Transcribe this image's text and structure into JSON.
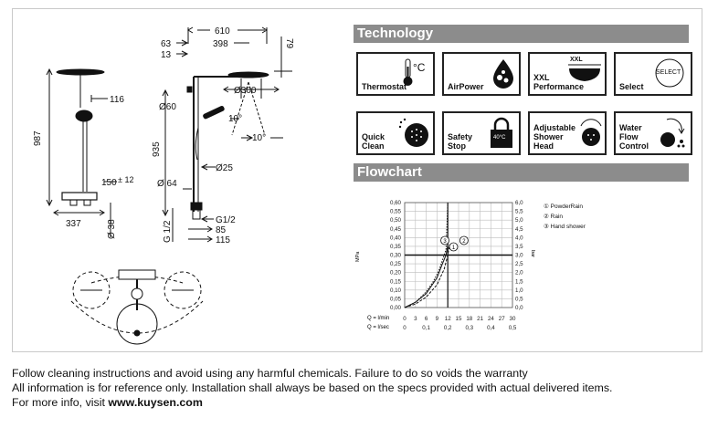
{
  "drawing": {
    "dims": {
      "d610": "610",
      "d398": "398",
      "d63": "63",
      "d13": "13",
      "d79": "79",
      "d116": "116",
      "d300": "Ø300",
      "d60": "Ø60",
      "d10a": "10°",
      "d10b": "10°",
      "d987": "987",
      "d935": "935",
      "d25": "Ø25",
      "d150": "150",
      "d12": "± 12",
      "d64": "Ø 64",
      "d337": "337",
      "d38": "Ø 38",
      "dg12a": "G 1/2",
      "dg12b": "G1/2",
      "d85": "85",
      "d115": "115"
    }
  },
  "technology": {
    "title": "Technology",
    "features": [
      {
        "label": "Thermostat",
        "icon": "thermometer-icon",
        "unit": "°C"
      },
      {
        "label": "AirPower",
        "icon": "air-bubbles-icon"
      },
      {
        "label": "XXL\nPerformance",
        "icon": "wide-shower-head-icon",
        "badge": "XXL"
      },
      {
        "label": "Select",
        "icon": "select-button-icon",
        "badge": "SELECT"
      },
      {
        "label": "Quick\nClean",
        "icon": "nozzle-clean-icon"
      },
      {
        "label": "Safety\nStop",
        "icon": "padlock-icon",
        "badge": "40°C"
      },
      {
        "label": "Adjustable\nShower\nHead",
        "icon": "adjustable-head-icon"
      },
      {
        "label": "Water\nFlow\nControl",
        "icon": "water-drop-icon"
      }
    ]
  },
  "flowchart": {
    "title": "Flowchart",
    "legend": [
      "① PowderRain",
      "② Rain",
      "③ Hand shower"
    ],
    "y_left_unit": "MPa",
    "y_right_unit": "bar",
    "x_row1_label": "Q = l/min",
    "x_row2_label": "Q = l/sec",
    "y_left_ticks": [
      "0,60",
      "0,55",
      "0,50",
      "0,45",
      "0,40",
      "0,35",
      "0,30",
      "0,25",
      "0,20",
      "0,15",
      "0,10",
      "0,05",
      "0,00"
    ],
    "y_right_ticks": [
      "6,0",
      "5,5",
      "5,0",
      "4,5",
      "4,0",
      "3,5",
      "3,0",
      "2,5",
      "2,0",
      "1,5",
      "1,0",
      "0,5",
      "0,0"
    ],
    "x_row1_ticks": [
      "0",
      "3",
      "6",
      "9",
      "12",
      "15",
      "18",
      "21",
      "24",
      "27",
      "30"
    ],
    "x_row2_ticks": [
      "0",
      "0,1",
      "0,2",
      "0,3",
      "0,4",
      "0,5"
    ]
  },
  "chart_data": {
    "type": "line",
    "xlabel": "Q = l/min",
    "ylabel": "MPa",
    "xlim": [
      0,
      30
    ],
    "ylim": [
      0,
      0.6
    ],
    "reference_pressure": 0.3,
    "series": [
      {
        "name": "① PowderRain",
        "x": [
          0,
          3,
          6,
          9,
          10.5,
          11.5,
          12
        ],
        "y": [
          0,
          0.03,
          0.08,
          0.17,
          0.25,
          0.3,
          0.36
        ]
      },
      {
        "name": "② Rain",
        "x": [
          0,
          3,
          6,
          9,
          11,
          12,
          12.5
        ],
        "y": [
          0,
          0.02,
          0.06,
          0.13,
          0.22,
          0.3,
          0.36
        ]
      },
      {
        "name": "③ Hand shower",
        "x": [
          0,
          3,
          6,
          8,
          9.5,
          10.5,
          11,
          11.5,
          12
        ],
        "y": [
          0,
          0.03,
          0.09,
          0.15,
          0.21,
          0.27,
          0.3,
          0.33,
          0.6
        ]
      }
    ],
    "grid": true
  },
  "footer": {
    "line1": "Follow cleaning instructions and avoid using any harmful chemicals. Failure to do so voids the warranty",
    "line2": "All information is for reference only. Installation shall always be based on the specs provided with actual delivered items.",
    "line3_prefix": "For more info, visit ",
    "line3_link": "www.kuysen.com"
  }
}
